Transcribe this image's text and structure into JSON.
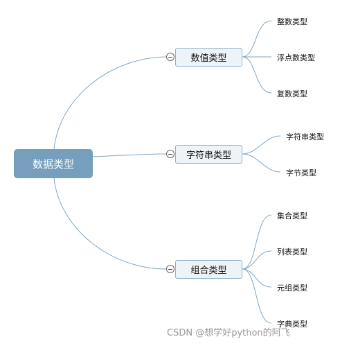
{
  "mindmap": {
    "root": "数据类型",
    "branches": [
      {
        "label": "数值类型",
        "children": [
          "整数类型",
          "浮点数类型",
          "复数类型"
        ]
      },
      {
        "label": "字符串类型",
        "children": [
          "字符串类型",
          "字节类型"
        ]
      },
      {
        "label": "组合类型",
        "children": [
          "集合类型",
          "列表类型",
          "元组类型",
          "字典类型"
        ]
      }
    ]
  },
  "watermark": "CSDN @想学好python的阿飞",
  "colors": {
    "root_fill": "#769fbd",
    "branch_fill": "#eef3f8",
    "branch_border": "#8fb0c9",
    "connector": "#7fa6c2"
  }
}
